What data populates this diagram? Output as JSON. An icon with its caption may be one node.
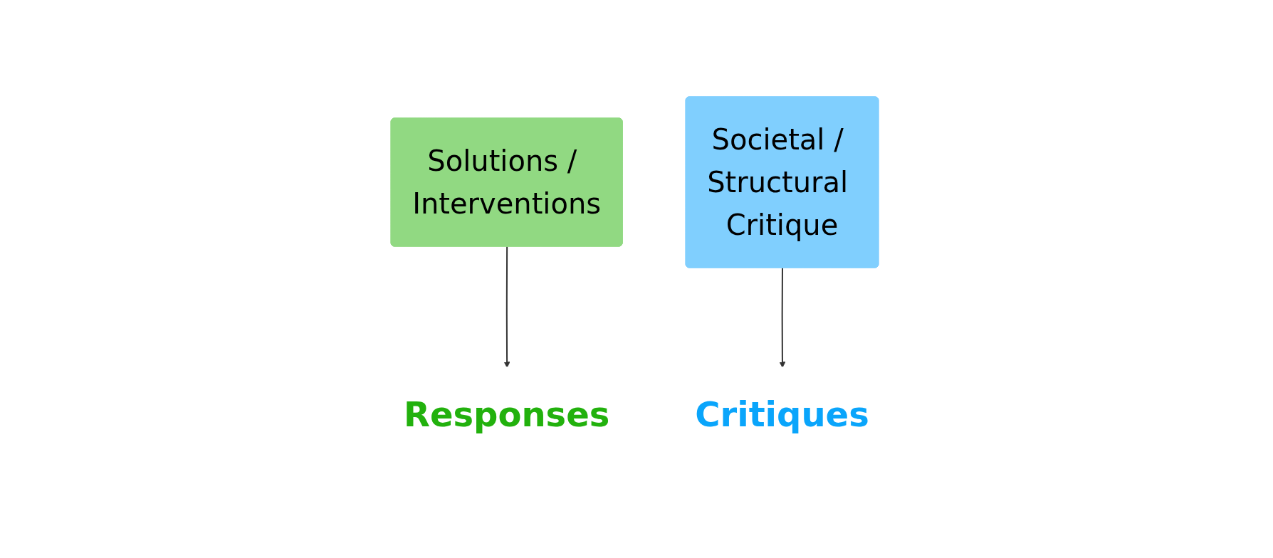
{
  "diagram": {
    "nodes": [
      {
        "text": [
          "Solutions / Interventions"
        ]
      },
      {
        "text": [
          "Societal / Structural Critique"
        ]
      },
      {
        "text": [
          "Responses"
        ]
      },
      {
        "text": [
          "Critiques"
        ]
      }
    ],
    "edges": [
      {
        "from": 0,
        "to": 2,
        "arrow": "to"
      },
      {
        "from": 1,
        "to": 3,
        "arrow": "to"
      }
    ]
  }
}
